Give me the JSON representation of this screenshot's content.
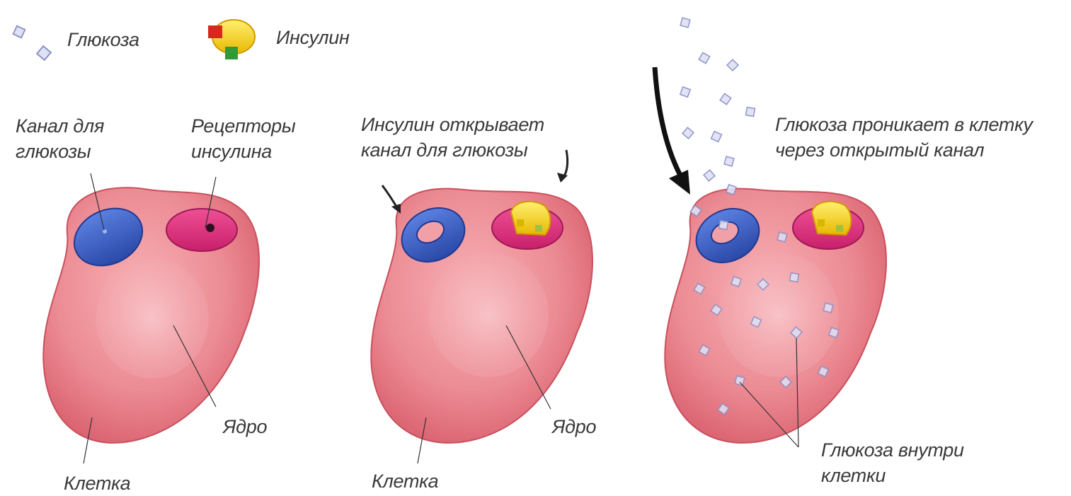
{
  "legend": {
    "glucose": "Глюкоза",
    "insulin": "Инсулин"
  },
  "panel1": {
    "channel_label": [
      "Канал для",
      "глюкозы"
    ],
    "receptor_label": [
      "Рецепторы",
      "инсулина"
    ],
    "nucleus_label": "Ядро",
    "cell_label": "Клетка"
  },
  "panel2": {
    "caption": [
      "Инсулин открывает",
      "канал для глюкозы"
    ],
    "nucleus_label": "Ядро",
    "cell_label": "Клетка"
  },
  "panel3": {
    "caption": [
      "Глюкоза проникает в клетку",
      "через открытый канал"
    ],
    "inside_label": [
      "Глюкоза внутри",
      "клетки"
    ]
  },
  "colors": {
    "cell": "#ea7f8a",
    "channel": "#3a5fc0",
    "receptor": "#e0307a",
    "insulin": "#f6d020",
    "glucose": "#8a90c8"
  }
}
